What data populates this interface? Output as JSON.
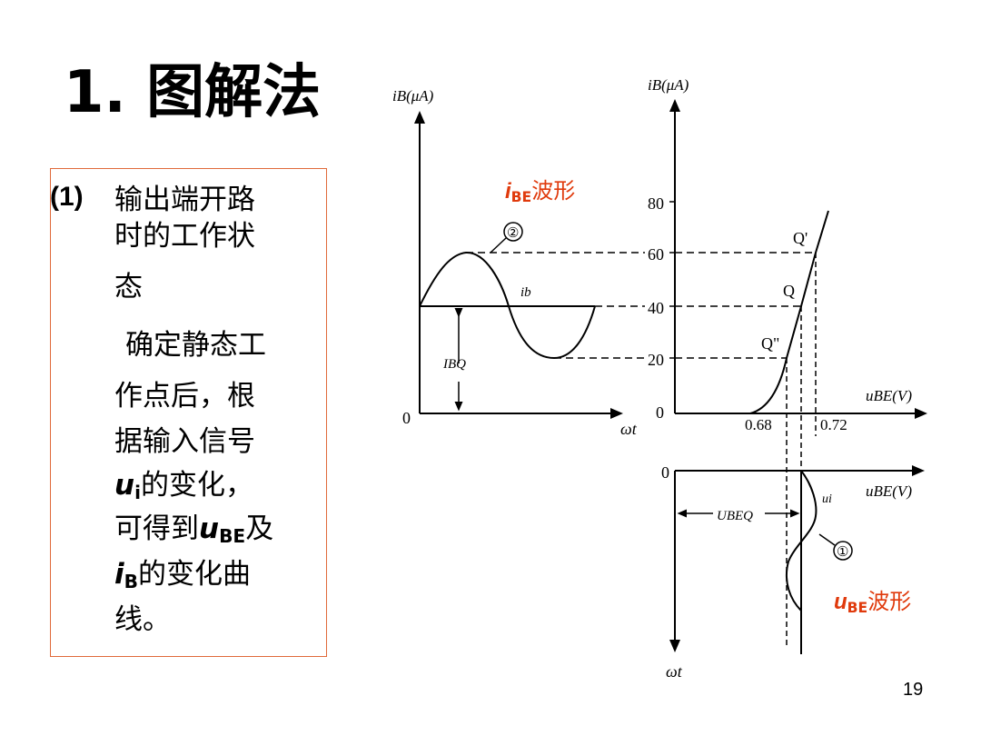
{
  "slide": {
    "title": "1. 图解法",
    "page_number": "19"
  },
  "textbox": {
    "number": "(1)",
    "heading_lines": [
      "输出端开路",
      "时的工作状",
      "态"
    ],
    "body_lines": [
      "确定静态工",
      "作点后，根",
      "据输入信号"
    ],
    "ui_var": "u",
    "ui_sub": "i",
    "ui_rest": "的变化，",
    "line8_pre": "可得到",
    "ube_var": "u",
    "ube_sub": "BE",
    "line8_post": "及",
    "ib_var": "i",
    "ib_sub": "B",
    "ib_rest": "的变化曲",
    "last_line": "线。"
  },
  "labels": {
    "ibe_wave_var": "i",
    "ibe_wave_sub": "BE",
    "ibe_wave_text": "波形",
    "ube_wave_var": "u",
    "ube_wave_sub": "BE",
    "ube_wave_text": "波形"
  },
  "diagram": {
    "left_y_label": "iB(μA)",
    "right_y_label": "iB(μA)",
    "left_origin": "0",
    "right_origin": "0",
    "lower_origin": "0",
    "left_x_label": "ωt",
    "lower_y_label": "ωt",
    "ube_axis_label": "uBE(V)",
    "lower_ube_axis_label": "uBE(V)",
    "y_ticks": [
      "80",
      "60",
      "40",
      "20"
    ],
    "x_ticks": [
      "0.68",
      "0.72"
    ],
    "circle2": "②",
    "circle1": "①",
    "ib_label": "ib",
    "ibq_label": "IBQ",
    "ubeq_label": "UBEQ",
    "ui_label": "ui",
    "q_prime": "Q'",
    "q": "Q",
    "q_dprime": "Q\""
  },
  "colors": {
    "accent_red": "#e03a0c",
    "box_border": "#e06a3a"
  }
}
